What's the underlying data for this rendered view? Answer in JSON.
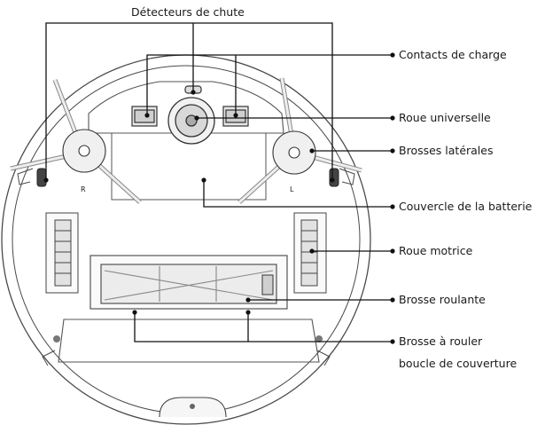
{
  "labels": {
    "cliff_sensors": "Détecteurs de chute",
    "charging_contacts": "Contacts de charge",
    "universal_wheel": "Roue universelle",
    "side_brushes": "Brosses latérales",
    "battery_cover": "Couvercle de la batterie",
    "drive_wheel": "Roue motrice",
    "roller_brush": "Brosse roulante",
    "roller_cover_line1": "Brosse à rouler",
    "roller_cover_line2": "boucle de couverture"
  },
  "markings": {
    "right": "R",
    "left": "L"
  }
}
